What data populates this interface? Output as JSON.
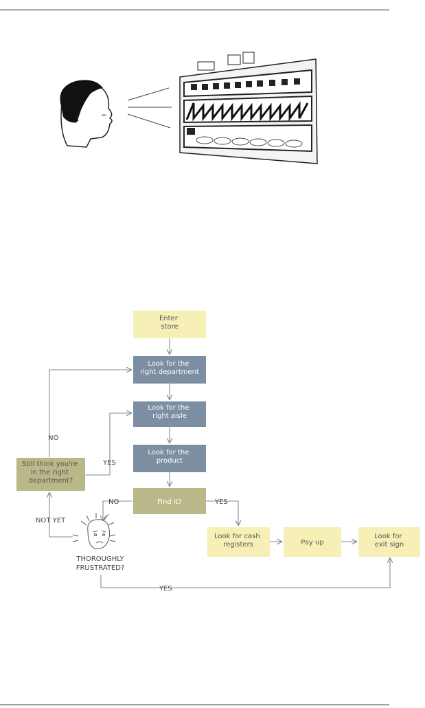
{
  "flowchart": {
    "colors": {
      "yellow": "#f7f0b6",
      "blue": "#7c8ea1",
      "olive": "#b9b889",
      "line": "#7f8e9c",
      "text_dark": "#555555",
      "text_light": "#ffffff"
    },
    "boxes": {
      "enter_store": [
        "Enter",
        "store"
      ],
      "look_department": [
        "Look for the",
        "right department"
      ],
      "look_aisle": [
        "Look for the",
        "right aisle"
      ],
      "look_product": [
        "Look for the",
        "product"
      ],
      "find_it": [
        "Find it?"
      ],
      "still_think": [
        "Still think you're",
        "in the right",
        "department?"
      ],
      "cash_registers": [
        "Look for cash",
        "registers"
      ],
      "pay_up": [
        "Pay up"
      ],
      "exit_sign": [
        "Look for",
        "exit sign"
      ]
    },
    "labels": {
      "no_top": "NO",
      "yes_aisle": "YES",
      "no_find": "NO",
      "yes_find": "YES",
      "not_yet": "NOT YET",
      "frustrated_1": "THOROUGHLY",
      "frustrated_2": "FRUSTRATED?",
      "yes_bottom": "YES"
    }
  }
}
